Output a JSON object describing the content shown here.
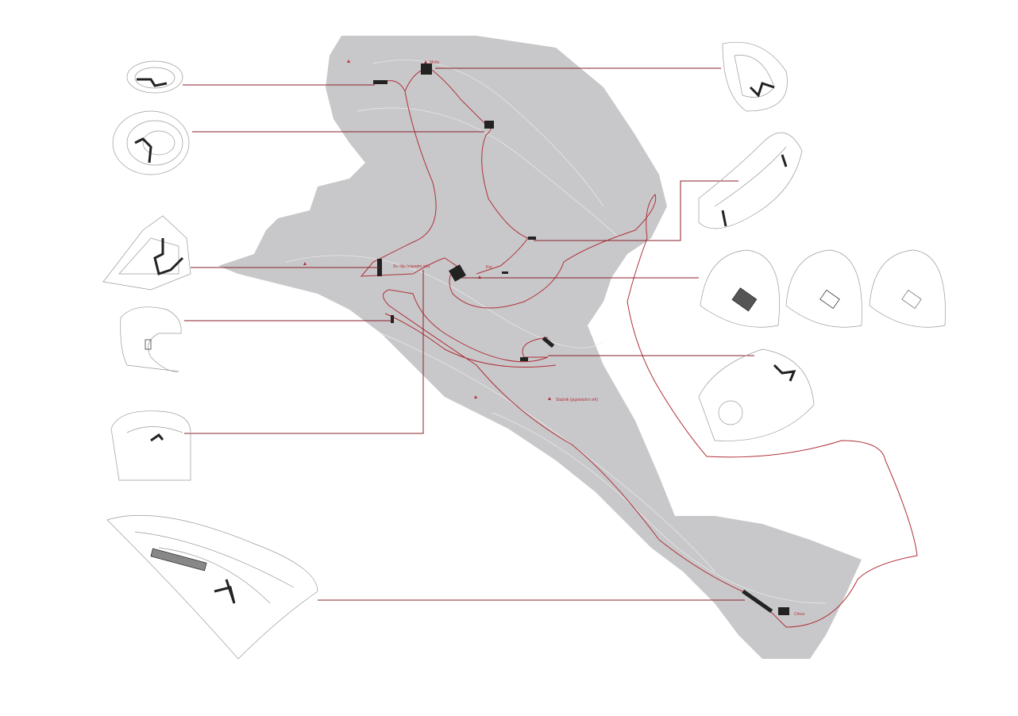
{
  "map": {
    "colors": {
      "land": "#c8c8ca",
      "route": "#b0303a",
      "leader": "#8a1f2a",
      "building": "#222222"
    },
    "labels": [
      {
        "id": "peak-north",
        "text": "Mošo"
      },
      {
        "id": "peak-west",
        "text": "Sv. Ilija (zapadni vrh)"
      },
      {
        "id": "peak-kor",
        "text": "Kor"
      },
      {
        "id": "peak-southeast",
        "text": "Stažnik (jugoistočni vrh)"
      },
      {
        "id": "peak-south",
        "text": "Crkva"
      }
    ]
  }
}
